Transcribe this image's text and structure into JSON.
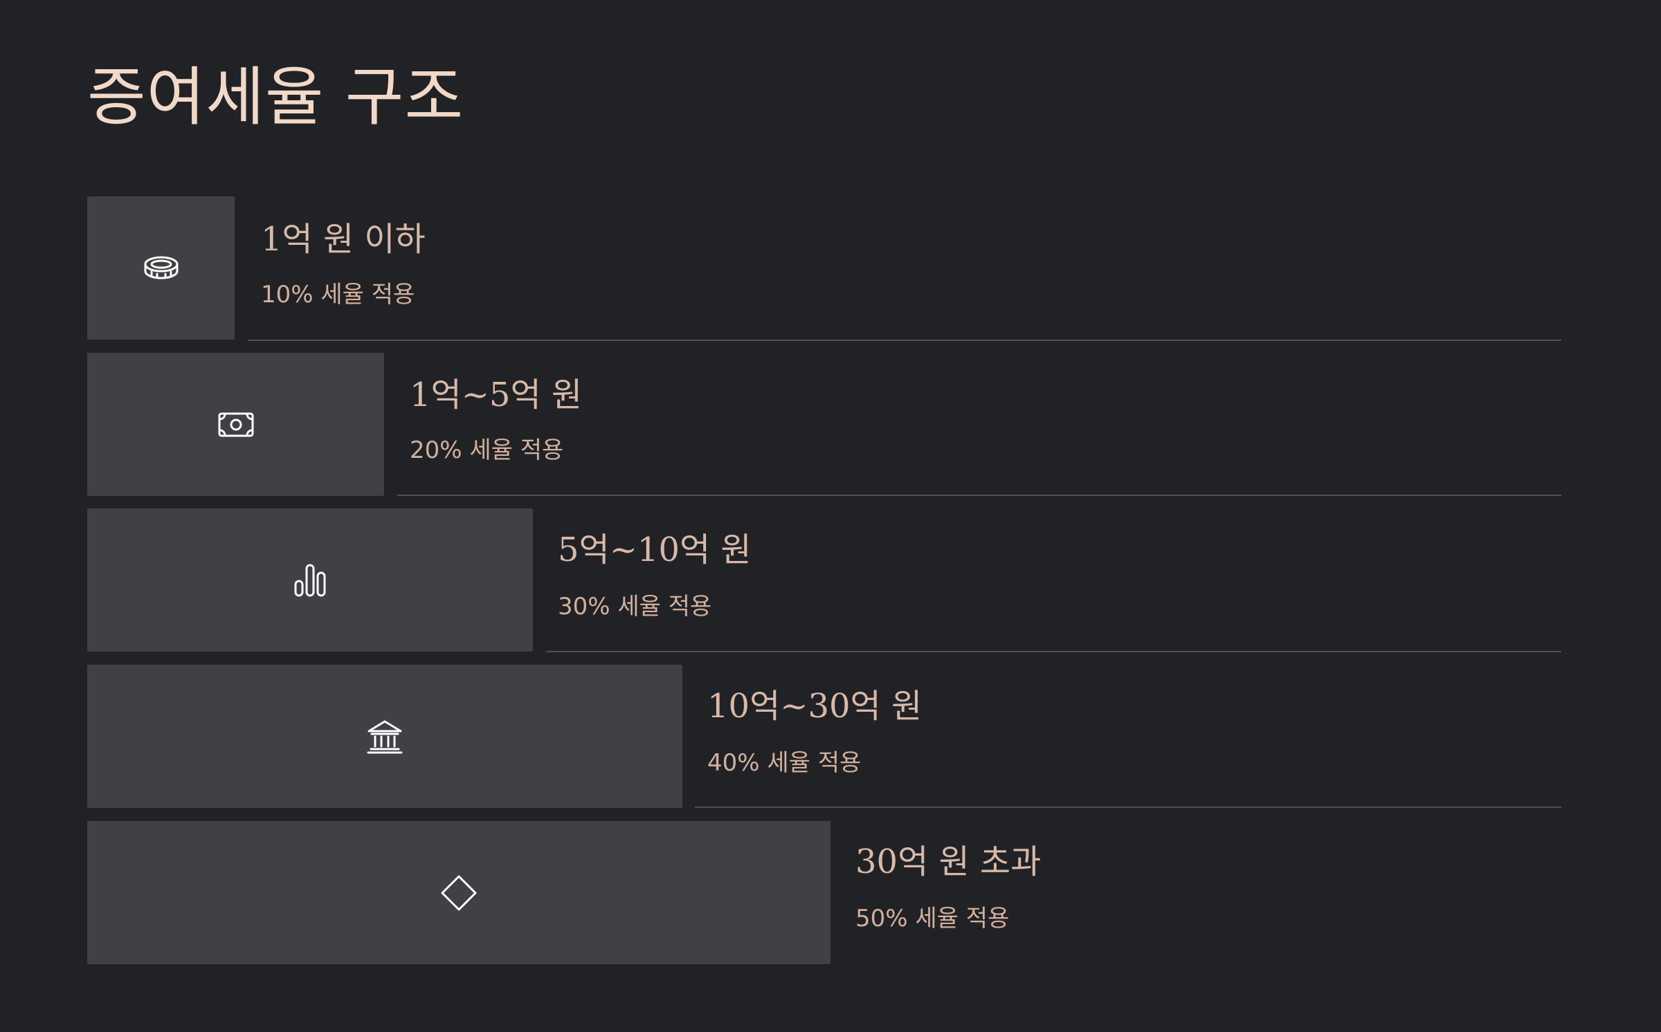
{
  "title": "증여세율 구조",
  "tiers": [
    {
      "label": "1억 원 이하",
      "rate_text": "10% 세율 적용",
      "icon": "coin-icon"
    },
    {
      "label": "1억~5억 원",
      "rate_text": "20% 세율 적용",
      "icon": "banknote-icon"
    },
    {
      "label": "5억~10억 원",
      "rate_text": "30% 세율 적용",
      "icon": "bar-chart-icon"
    },
    {
      "label": "10억~30억 원",
      "rate_text": "40% 세율 적용",
      "icon": "bank-icon"
    },
    {
      "label": "30억 원 초과",
      "rate_text": "50% 세율 적용",
      "icon": "diamond-icon"
    }
  ],
  "colors": {
    "background": "#212226",
    "box": "#404145",
    "title": "#f2d9c7",
    "label": "#d8b9a6",
    "divider": "#505155",
    "icon": "#ffffff"
  }
}
